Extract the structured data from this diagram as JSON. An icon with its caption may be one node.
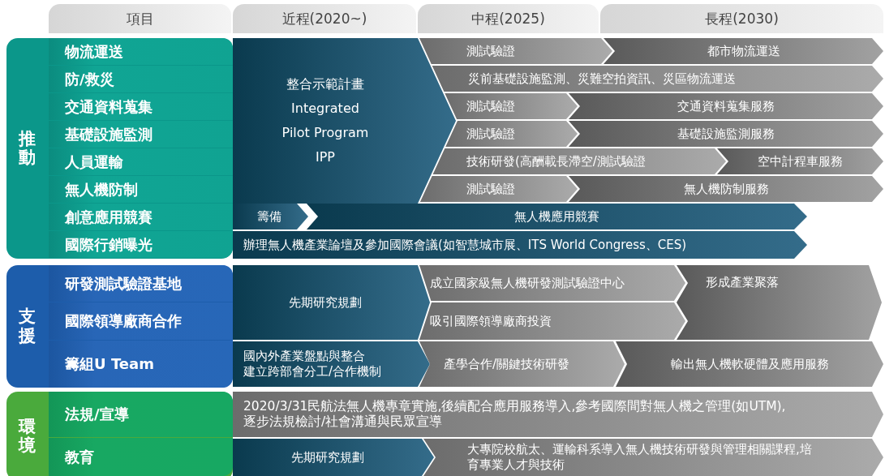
{
  "diagram": {
    "nodes": [
      {
        "text": [
          "項目"
        ]
      },
      {
        "text": [
          "近程(2020~)"
        ]
      },
      {
        "text": [
          "中程(2025)"
        ]
      },
      {
        "text": [
          "長程(2030)"
        ]
      },
      {
        "text": [
          "推動"
        ]
      },
      {
        "text": [
          "物流運送"
        ],
        "in": 4
      },
      {
        "text": [
          "防/救災"
        ],
        "in": 4
      },
      {
        "text": [
          "交通資料蒐集"
        ],
        "in": 4
      },
      {
        "text": [
          "基礎設施監測"
        ],
        "in": 4
      },
      {
        "text": [
          "人員運輸"
        ],
        "in": 4
      },
      {
        "text": [
          "無人機防制"
        ],
        "in": 4
      },
      {
        "text": [
          "創意應用競賽"
        ],
        "in": 4
      },
      {
        "text": [
          "國際行銷曝光"
        ],
        "in": 4
      },
      {
        "text": [
          "支援"
        ]
      },
      {
        "text": [
          "研發測試驗證基地"
        ],
        "in": 13
      },
      {
        "text": [
          "國際領導廠商合作"
        ],
        "in": 13
      },
      {
        "text": [
          "籌組U Team"
        ],
        "in": 13
      },
      {
        "text": [
          "環境"
        ]
      },
      {
        "text": [
          "法規/宣導"
        ],
        "in": 17
      },
      {
        "text": [
          "教育"
        ],
        "in": 17
      },
      {
        "text": [
          "整合示範計畫",
          "Integrated Pilot Program IPP"
        ]
      },
      {
        "text": [
          "測試驗證"
        ]
      },
      {
        "text": [
          "都市物流運送"
        ]
      },
      {
        "text": [
          "災前基礎設施監測、災難空拍資訊、災區物流運送"
        ]
      },
      {
        "text": [
          "測試驗證"
        ]
      },
      {
        "text": [
          "交通資料蒐集服務"
        ]
      },
      {
        "text": [
          "測試驗證"
        ]
      },
      {
        "text": [
          "基礎設施監測服務"
        ]
      },
      {
        "text": [
          "技術研發(高酬載長滯空/測試驗證"
        ]
      },
      {
        "text": [
          "空中計程車服務"
        ]
      },
      {
        "text": [
          "測試驗證"
        ]
      },
      {
        "text": [
          "無人機防制服務"
        ]
      },
      {
        "text": [
          "籌備"
        ]
      },
      {
        "text": [
          "無人機應用競賽"
        ]
      },
      {
        "text": [
          "辦理無人機產業論壇及參加國際會議(如智慧城市展、ITS World Congress、CES)"
        ]
      },
      {
        "text": [
          "先期研究規劃"
        ]
      },
      {
        "text": [
          "成立國家級無人機研發測試驗證中心"
        ]
      },
      {
        "text": [
          "形成產業聚落"
        ]
      },
      {
        "text": [
          "吸引國際領導廠商投資"
        ]
      },
      {
        "text": [
          "國內外產業盤點與整合",
          "建立跨部會分工/合作機制"
        ]
      },
      {
        "text": [
          "產學合作/關鍵技術研發"
        ]
      },
      {
        "text": [
          "輸出無人機軟硬體及應用服務"
        ]
      },
      {
        "text": [
          "2020/3/31民航法無人機專章實施,後續配合應用服務導入,參考國際間對無人機之管理(如UTM),逐步法規檢討/社會溝通與民眾宣導"
        ]
      },
      {
        "text": [
          "先期研究規劃"
        ]
      },
      {
        "text": [
          "大專院校航太、運輸科系導入無人機技術研發與管理相關課程,培育專業人才與技術"
        ]
      }
    ]
  }
}
